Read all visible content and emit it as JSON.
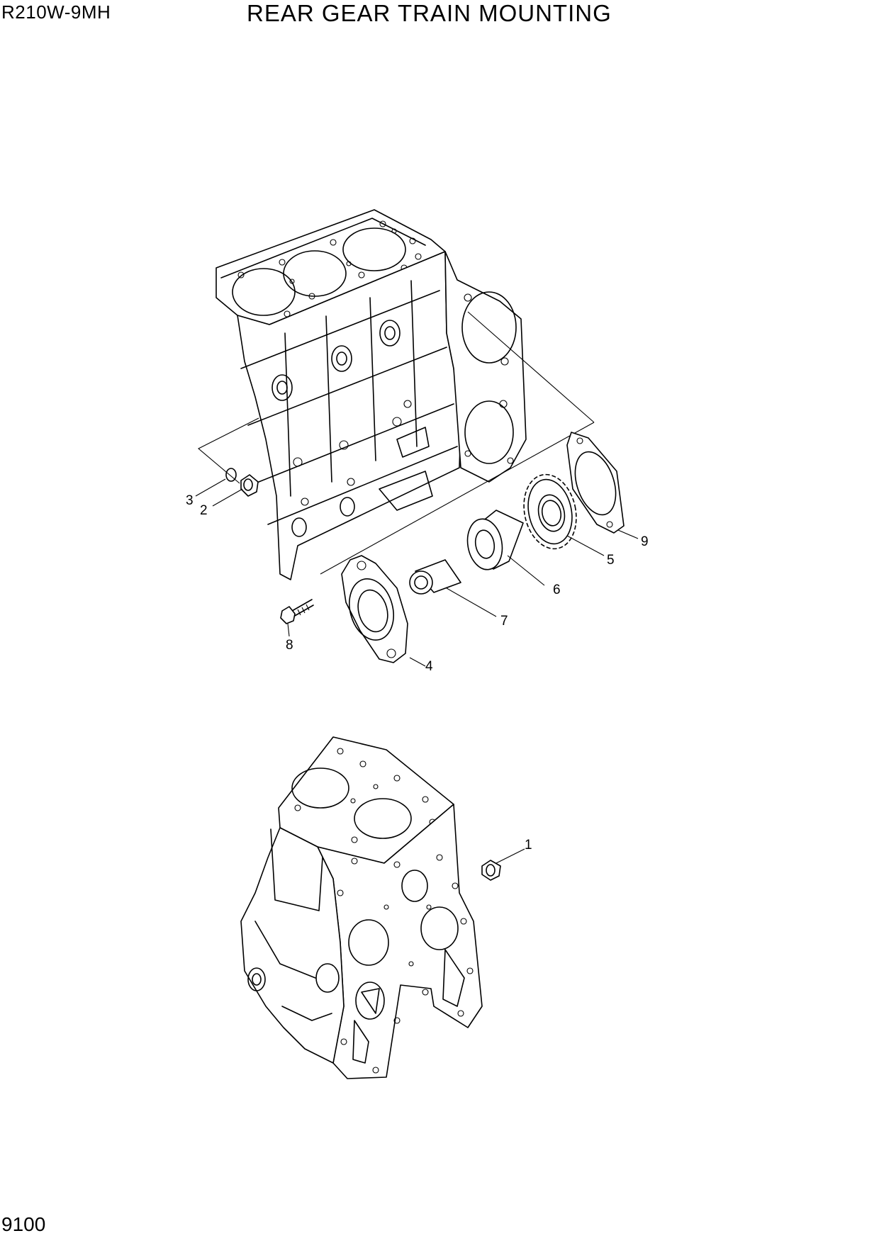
{
  "header": {
    "model": "R210W-9MH",
    "title": "REAR GEAR TRAIN MOUNTING"
  },
  "footer": {
    "page_number": "9100"
  },
  "callouts": [
    "1",
    "2",
    "3",
    "4",
    "5",
    "6",
    "7",
    "8",
    "9"
  ]
}
